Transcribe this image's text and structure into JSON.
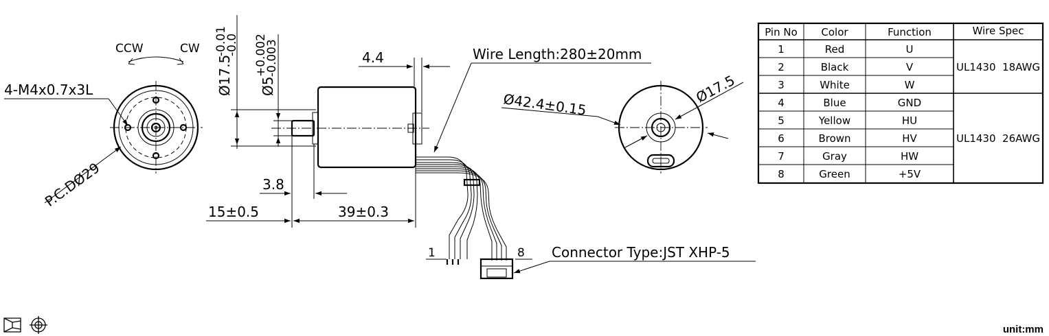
{
  "labels": {
    "ccw": "CCW",
    "cw": "CW",
    "thread": "4-M4x0.7x3L",
    "pcd": "P.C.DØ29",
    "body_dia": "Ø17.5",
    "body_tol_upper": "-0.01",
    "body_tol_lower": "-0.0",
    "shaft_dia": "Ø5",
    "shaft_tol_upper": "+0.002",
    "shaft_tol_lower": "-0.003",
    "dim_4_4": "4.4",
    "wire_length": "Wire Length:280±20mm",
    "dim_3_8": "3.8",
    "dim_15": "15±0.5",
    "dim_39": "39±0.3",
    "flange_dia": "Ø42.4±0.15",
    "rear_dia": "Ø17.5",
    "pin_first": "1",
    "pin_last": "8",
    "connector": "Connector Type:JST XHP-5",
    "unit": "unit:mm"
  },
  "table": {
    "headers": [
      "Pin No",
      "Color",
      "Function",
      "Wire Spec"
    ],
    "rows": [
      {
        "pin": "1",
        "color": "Red",
        "function": "U"
      },
      {
        "pin": "2",
        "color": "Black",
        "function": "V"
      },
      {
        "pin": "3",
        "color": "White",
        "function": "W"
      },
      {
        "pin": "4",
        "color": "Blue",
        "function": "GND"
      },
      {
        "pin": "5",
        "color": "Yellow",
        "function": "HU"
      },
      {
        "pin": "6",
        "color": "Brown",
        "function": "HV"
      },
      {
        "pin": "7",
        "color": "Gray",
        "function": "HW"
      },
      {
        "pin": "8",
        "color": "Green",
        "function": "+5V"
      }
    ],
    "wire_specs": [
      "UL1430  18AWG",
      "UL1430  26AWG"
    ]
  },
  "icons": [
    "projection-symbol-icon",
    "crosshair-circle-icon"
  ]
}
